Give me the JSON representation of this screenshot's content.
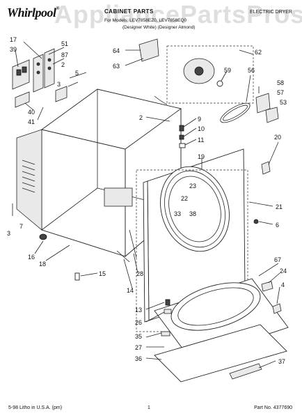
{
  "header": {
    "brand": "Whirlpool",
    "reg_mark": "®",
    "title": "CABINET PARTS",
    "parts_for": "For Models: LEV7858EZ0, LEV7858EQ0",
    "designer": "(Designer White)   (Designer Almond)",
    "product_type": "ELECTRIC DRYER"
  },
  "watermark": "AppliancePartsPros.com",
  "footer": {
    "left": "5-98 Litho in U.S.A. (pm)",
    "center": "1",
    "right": "Part No. 4377690"
  },
  "callouts": {
    "c17": "17",
    "c39": "39",
    "c51": "51",
    "c87": "87",
    "c2a": "2",
    "c5": "5",
    "c3a": "3",
    "c40": "40",
    "c41": "41",
    "c64": "64",
    "c63": "63",
    "c62": "62",
    "c59": "59",
    "c56": "56",
    "c58": "58",
    "c57": "57",
    "c53": "53",
    "c2b": "2",
    "c9": "9",
    "c10": "10",
    "c11": "11",
    "c19": "19",
    "c20": "20",
    "c23": "23",
    "c22": "22",
    "c33": "33",
    "c38": "38",
    "c21": "21",
    "c6": "6",
    "c3b": "3",
    "c7": "7",
    "c16": "16",
    "c18": "18",
    "c15": "15",
    "c28": "28",
    "c14": "14",
    "c67": "67",
    "c24": "24",
    "c4": "4",
    "c13": "13",
    "c26": "26",
    "c35": "35",
    "c27": "27",
    "c36": "36",
    "c37": "37"
  }
}
